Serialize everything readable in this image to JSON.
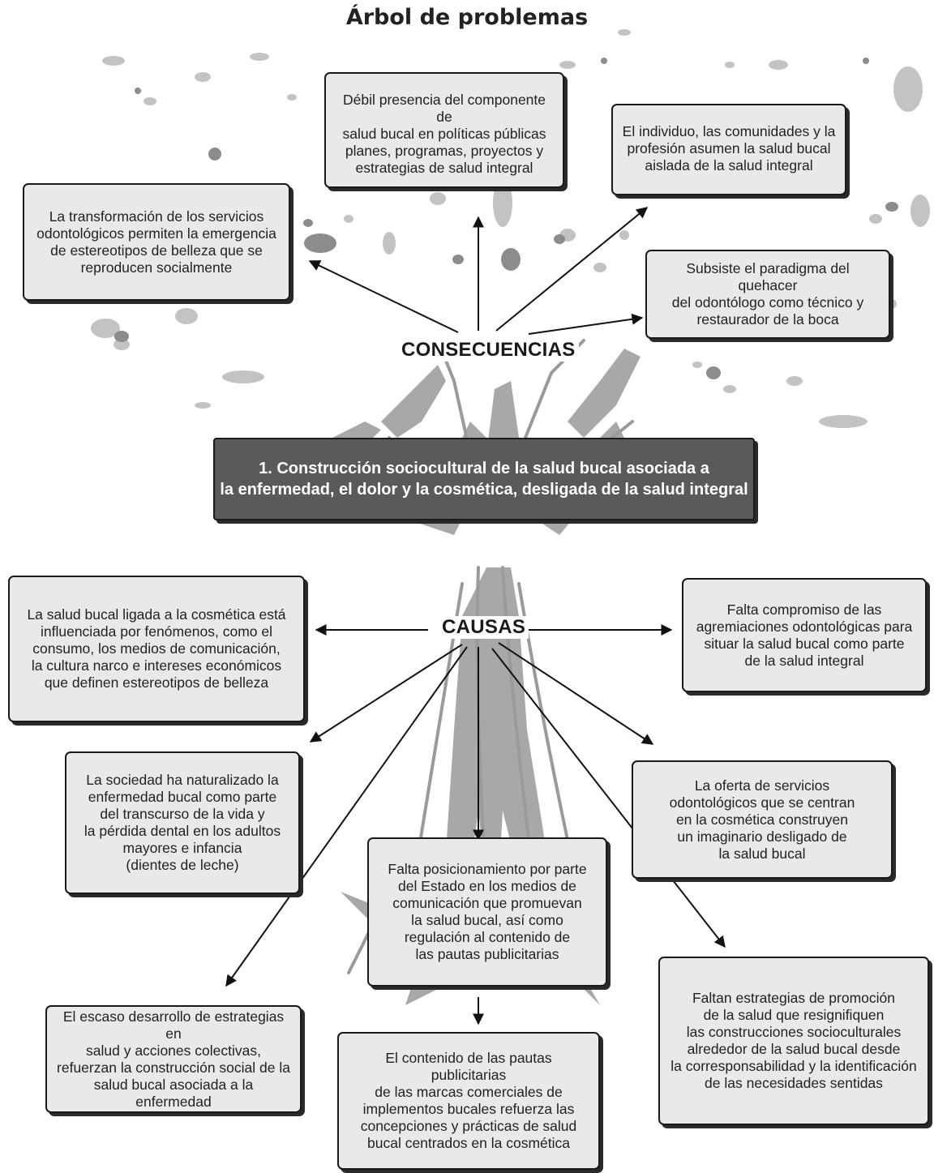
{
  "title": "Árbol de problemas",
  "labels": {
    "consequences": "CONSECUENCIAS",
    "causes": "CAUSAS"
  },
  "core_problem": "1. Construcción sociocultural de la salud bucal asociada a\nla enfermedad, el dolor y la cosmética, desligada de la salud integral",
  "consequences": {
    "politicas": "Débil presencia del componente de\nsalud bucal en políticas públicas\nplanes, programas, proyectos y\nestrategias de salud integral",
    "individuo": "El individuo, las comunidades y la\nprofesión asumen la salud bucal\naislada de la salud integral",
    "estereotipos": "La transformación de los servicios\nodontológicos permiten la emergencia\nde estereotipos de belleza que se\nreproducen socialmente",
    "paradigma": "Subsiste el paradigma del quehacer\ndel odontólogo como técnico y\nrestaurador de la boca"
  },
  "causes": {
    "cosmetica": "La salud bucal ligada a la cosmética está\ninfluenciada por fenómenos, como el\nconsumo, los medios de comunicación,\nla cultura narco e intereses económicos\nque definen estereotipos de belleza",
    "agremiaciones": "Falta compromiso de las\nagremiaciones odontológicas para\nsituar la salud bucal como parte\nde la salud integral",
    "sociedad": "La sociedad ha naturalizado la\nenfermedad bucal como parte\ndel transcurso de la vida y\nla pérdida dental en los adultos\nmayores e infancia\n(dientes de leche)",
    "oferta": "La oferta de servicios\nodontológicos que se centran\nen la cosmética construyen\nun imaginario desligado de\nla salud bucal",
    "estado": "Falta posicionamiento por parte\ndel Estado en los medios de\ncomunicación que promuevan\nla salud bucal, así como\nregulación al contenido de\nlas pautas publicitarias",
    "escaso": "El escaso desarrollo de estrategias en\nsalud y acciones colectivas,\nrefuerzan la construcción social de la\nsalud bucal asociada a la enfermedad",
    "pautas": "El contenido de las pautas publicitarias\nde las marcas comerciales de\nimplementos bucales refuerza las\nconcepciones y prácticas de salud\nbucal centrados en la cosmética",
    "promocion": "Faltan estrategias de promoción\nde la salud que resignifiquen\nlas construcciones socioculturales\nalrededor de la salud bucal desde\nla corresponsabilidad y la identificación\nde las necesidades sentidas"
  }
}
